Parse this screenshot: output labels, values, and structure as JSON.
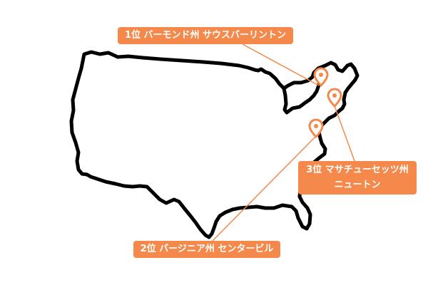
{
  "map": {
    "accent_color": "#f4894b",
    "outline_color": "#000000",
    "rankings": [
      {
        "rank": "1位",
        "state": "バーモンド州",
        "city": "サウスバーリントン",
        "label": "1位 バーモンド州 サウスバーリントン"
      },
      {
        "rank": "2位",
        "state": "バージニア州",
        "city": "センタービル",
        "label": "2位 バージニア州 センタービル"
      },
      {
        "rank": "3位",
        "state": "マサチューセッツ州",
        "city": "ニュートン",
        "label_line1": "3位 マサチューセッツ州",
        "label_line2": "ニュートン"
      }
    ],
    "icons": [
      "map-pin-icon",
      "map-pin-icon",
      "map-pin-icon"
    ]
  }
}
